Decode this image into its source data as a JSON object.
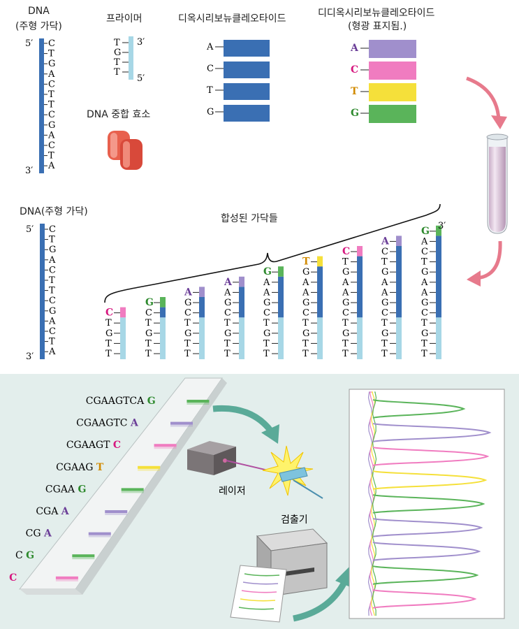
{
  "colors": {
    "A": "#a08fcc",
    "C": "#f07cc0",
    "G": "#5ab45a",
    "T": "#f5e03a",
    "A_text": "#6a3d97",
    "C_text": "#d6177f",
    "G_text": "#2e8a2e",
    "T_text": "#d18a00",
    "template": "#3a6fb3",
    "primer": "#a7d7e6",
    "dntp": "#3a6fb3",
    "arrow": "#e77a8c",
    "arrow_teal": "#5aaa98",
    "polymerase": "#e8604d"
  },
  "top": {
    "dna_label": "DNA",
    "dna_sublabel": "(주형 가닥)",
    "template_seq": [
      "C",
      "T",
      "G",
      "A",
      "C",
      "T",
      "T",
      "C",
      "G",
      "A",
      "C",
      "T",
      "A"
    ],
    "end5": "5′",
    "end3": "3′",
    "primer_label": "프라이머",
    "primer_seq": [
      "T",
      "G",
      "T",
      "T"
    ],
    "polymerase_label": "DNA 중합 효소",
    "dntp_label": "디옥시리보뉴클레오타이드",
    "dntp_bases": [
      "A",
      "C",
      "T",
      "G"
    ],
    "ddntp_label": "디디옥시리보뉴클레오타이드",
    "ddntp_sublabel": "(형광 표지됨.)",
    "ddntp_bases": [
      "A",
      "C",
      "T",
      "G"
    ]
  },
  "middle": {
    "dna_label": "DNA(주형 가닥)",
    "synth_label": "합성된 가닥들",
    "strands": [
      [
        "C",
        "T",
        "G",
        "T",
        "T"
      ],
      [
        "G",
        "C",
        "T",
        "G",
        "T",
        "T"
      ],
      [
        "A",
        "G",
        "C",
        "T",
        "G",
        "T",
        "T"
      ],
      [
        "A",
        "A",
        "G",
        "C",
        "T",
        "G",
        "T",
        "T"
      ],
      [
        "G",
        "A",
        "A",
        "G",
        "C",
        "T",
        "G",
        "T",
        "T"
      ],
      [
        "T",
        "G",
        "A",
        "A",
        "G",
        "C",
        "T",
        "G",
        "T",
        "T"
      ],
      [
        "C",
        "T",
        "G",
        "A",
        "A",
        "G",
        "C",
        "T",
        "G",
        "T",
        "T"
      ],
      [
        "A",
        "C",
        "T",
        "G",
        "A",
        "A",
        "G",
        "C",
        "T",
        "G",
        "T",
        "T"
      ],
      [
        "G",
        "A",
        "C",
        "T",
        "G",
        "A",
        "A",
        "G",
        "C",
        "T",
        "G",
        "T",
        "T"
      ]
    ]
  },
  "bottom": {
    "fragments": [
      {
        "prefix": "CGAAGTCA",
        "last": "G"
      },
      {
        "prefix": "CGAAGTC",
        "last": "A"
      },
      {
        "prefix": "CGAAGT",
        "last": "C"
      },
      {
        "prefix": "CGAAG",
        "last": "T"
      },
      {
        "prefix": "CGAA",
        "last": "G"
      },
      {
        "prefix": "CGA",
        "last": "A"
      },
      {
        "prefix": "CG",
        "last": "A"
      },
      {
        "prefix": "C",
        "last": "G"
      },
      {
        "prefix": "",
        "last": "C"
      }
    ],
    "laser_label": "레이저",
    "detector_label": "검출기",
    "peaks": [
      "G",
      "A",
      "C",
      "T",
      "G",
      "A",
      "A",
      "G",
      "C"
    ]
  }
}
